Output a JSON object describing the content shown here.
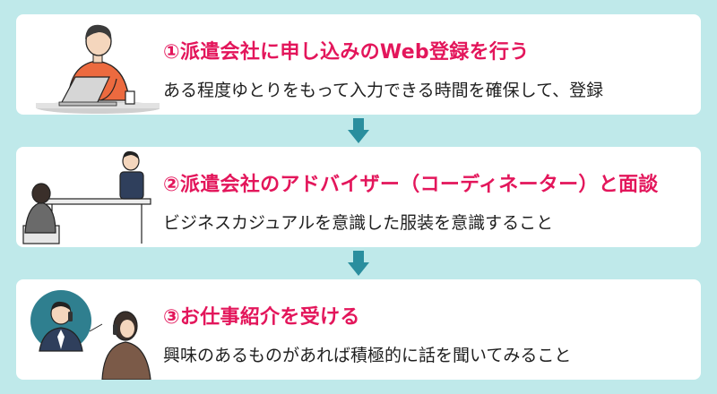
{
  "steps": [
    {
      "title": "①派遣会社に申し込みのWeb登録を行う",
      "description": "ある程度ゆとりをもって入力できる時間を確保して、登録",
      "illustration": "person-with-laptop"
    },
    {
      "title": "②派遣会社のアドバイザー（コーディネーター）と面談",
      "description": "ビジネスカジュアルを意識した服装を意識すること",
      "illustration": "interview-at-table"
    },
    {
      "title": "③お仕事紹介を受ける",
      "description": "興味のあるものがあれば積極的に話を聞いてみること",
      "illustration": "phone-call"
    }
  ],
  "colors": {
    "background": "#bfe9ea",
    "card": "#ffffff",
    "title": "#e3165b",
    "arrow": "#2a8e9e",
    "text": "#1f1f1f"
  }
}
